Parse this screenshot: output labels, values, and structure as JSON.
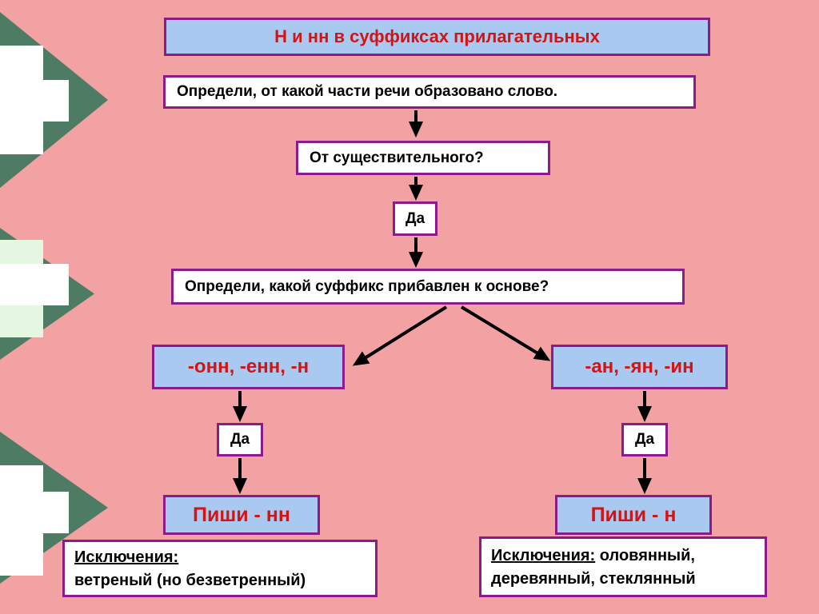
{
  "title": "Н и нн в суффиксах прилагательных",
  "nodes": {
    "step1": "Определи, от какой части речи образовано слово.",
    "question1": "От существительного?",
    "yes1": "Да",
    "step2": "Определи, какой суффикс прибавлен к основе?",
    "suffix_left": "-онн, -енн, -н",
    "suffix_right": "-ан, -ян, -ин",
    "yes_left": "Да",
    "yes_right": "Да",
    "rule_left": "Пиши - нн",
    "rule_right": "Пиши - н"
  },
  "exceptions": {
    "left": {
      "label": "Исключения:",
      "line1": "ветреный (но безветренный)"
    },
    "right": {
      "label": "Исключения:",
      "line1": "оловянный,",
      "line2": "деревянный, стеклянный"
    }
  },
  "colors": {
    "background": "#f2a2a2",
    "box_blue": "#a9c9f0",
    "border_purple": "#8b1b8b",
    "text_red": "#d21414",
    "text_black": "#000000",
    "triangle_green": "#4e7b64",
    "plus_white": "#ffffff",
    "plus_green": "#e3f7e1"
  }
}
